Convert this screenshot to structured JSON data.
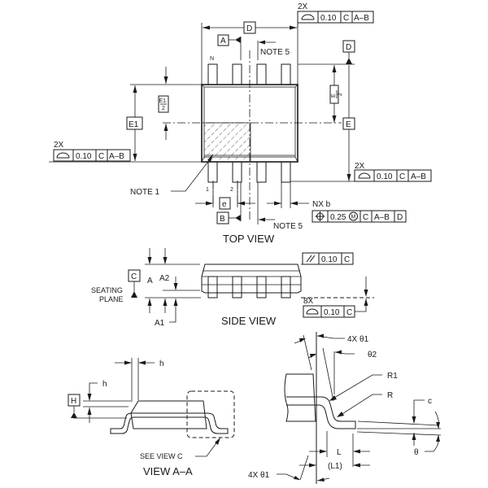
{
  "views": {
    "top": {
      "title": "TOP VIEW"
    },
    "side": {
      "title": "SIDE VIEW"
    },
    "section": {
      "title": "VIEW A–A",
      "see_view": "SEE VIEW C"
    }
  },
  "dimensions": {
    "D": "D",
    "E": "E",
    "E1": "E1",
    "E1_half_num": "E1",
    "E1_half_den": "2",
    "E_half_num": "E",
    "E_half_den": "2",
    "e": "e",
    "nx_b": "NX b",
    "A": "A",
    "A1": "A1",
    "A2": "A2",
    "h_top": "h",
    "h_left": "h",
    "theta1_top": "4X θ1",
    "theta1_bottom": "4X θ1",
    "theta2": "θ2",
    "R1": "R1",
    "R": "R",
    "c": "c",
    "theta": "θ",
    "L": "L",
    "L1": "(L1)"
  },
  "datums": {
    "A": "A",
    "B": "B",
    "C": "C",
    "D": "D",
    "H": "H"
  },
  "notes": {
    "note1": "NOTE 1",
    "note5_top": "NOTE 5",
    "note5_bottom": "NOTE 5",
    "seating_plane_1": "SEATING",
    "seating_plane_2": "PLANE"
  },
  "pins": {
    "first": "1",
    "second": "2",
    "last": "N"
  },
  "feature_control_frames": {
    "top_right": {
      "multiplier": "2X",
      "symbol": "profile-of-line",
      "tol": "0.10",
      "datum1": "C",
      "datum2": "A–B"
    },
    "left": {
      "multiplier": "2X",
      "symbol": "profile-of-line",
      "tol": "0.10",
      "datum1": "C",
      "datum2": "A–B"
    },
    "right": {
      "multiplier": "2X",
      "symbol": "profile-of-line",
      "tol": "0.10",
      "datum1": "C",
      "datum2": "A–B"
    },
    "position": {
      "symbol": "position",
      "tol": "0.25",
      "modifier": "M",
      "datum1": "C",
      "datum2": "A–B",
      "datum3": "D"
    },
    "parallelism": {
      "symbol": "parallelism",
      "tol": "0.10",
      "datum1": "C"
    },
    "leads": {
      "multiplier": "8X",
      "symbol": "profile-of-line",
      "tol": "0.10",
      "datum1": "C"
    }
  },
  "colors": {
    "ink": "#1a1a1a",
    "paper": "#ffffff"
  }
}
